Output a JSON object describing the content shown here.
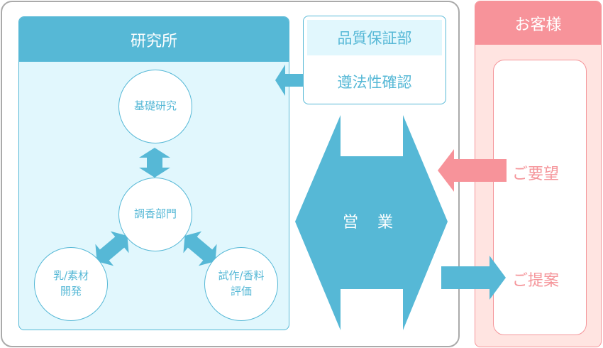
{
  "lab": {
    "title": "研究所",
    "units": {
      "basic_research": "基礎研究",
      "perfumery": "調香部門",
      "materials": "乳/素材\n開発",
      "evaluation": "試作/香料\n評価"
    }
  },
  "quality": {
    "department": "品質保証部",
    "compliance": "遵法性確認"
  },
  "sales": {
    "label": "営 業"
  },
  "customer": {
    "title": "お客様",
    "request": "ご要望",
    "proposal": "ご提案"
  },
  "colors": {
    "blue": "#56b8d6",
    "light_blue": "#e1f7fd",
    "pink": "#f7939a",
    "light_pink": "#ffe4e1"
  }
}
